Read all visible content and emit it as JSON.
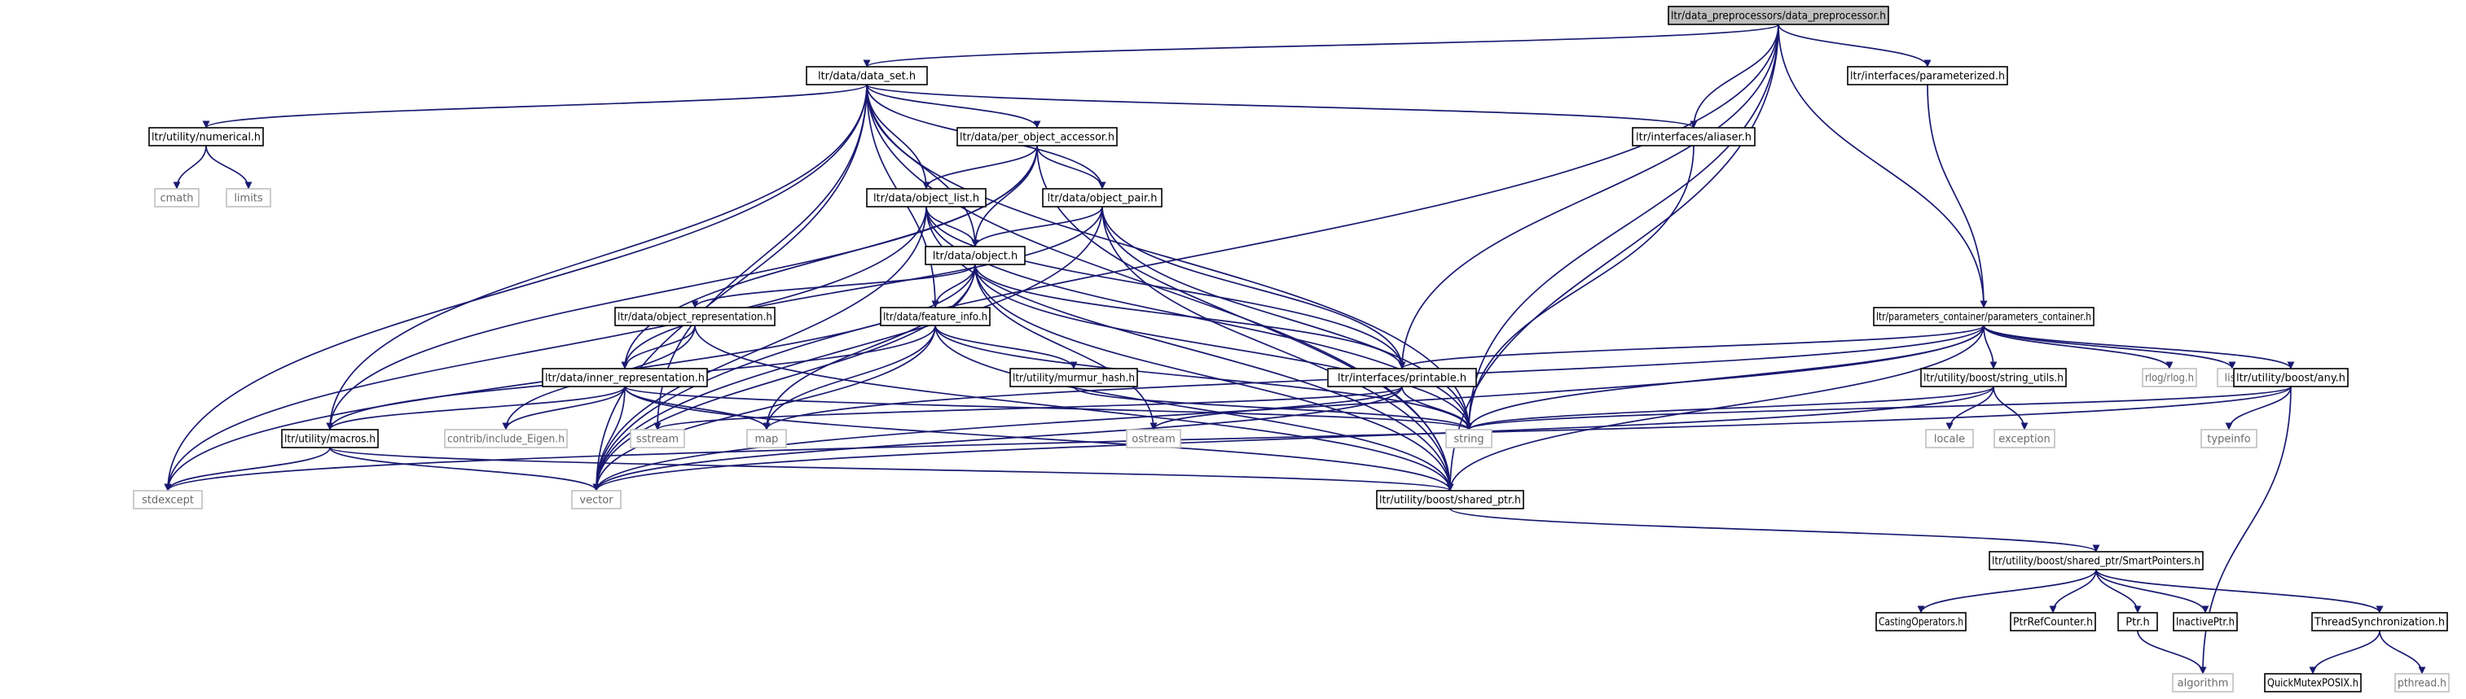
{
  "diagram": {
    "edge_color": "#191970",
    "root_fill": "#bfbfbf",
    "nodes": [
      {
        "id": "root",
        "label": "ltr/data_preprocessors/data_preprocessor.h",
        "kind": "root"
      },
      {
        "id": "data_set",
        "label": "ltr/data/data_set.h",
        "kind": "local"
      },
      {
        "id": "parameterized",
        "label": "ltr/interfaces/parameterized.h",
        "kind": "local"
      },
      {
        "id": "numerical",
        "label": "ltr/utility/numerical.h",
        "kind": "local"
      },
      {
        "id": "per_object_accessor",
        "label": "ltr/data/per_object_accessor.h",
        "kind": "local"
      },
      {
        "id": "aliaser",
        "label": "ltr/interfaces/aliaser.h",
        "kind": "local"
      },
      {
        "id": "cmath",
        "label": "cmath",
        "kind": "ext"
      },
      {
        "id": "limits",
        "label": "limits",
        "kind": "ext"
      },
      {
        "id": "object_list",
        "label": "ltr/data/object_list.h",
        "kind": "local"
      },
      {
        "id": "object_pair",
        "label": "ltr/data/object_pair.h",
        "kind": "local"
      },
      {
        "id": "object",
        "label": "ltr/data/object.h",
        "kind": "local"
      },
      {
        "id": "object_representation",
        "label": "ltr/data/object_representation.h",
        "kind": "local"
      },
      {
        "id": "feature_info",
        "label": "ltr/data/feature_info.h",
        "kind": "local"
      },
      {
        "id": "parameters_container",
        "label": "ltr/parameters_container/parameters_container.h",
        "kind": "local"
      },
      {
        "id": "inner_representation",
        "label": "ltr/data/inner_representation.h",
        "kind": "local"
      },
      {
        "id": "murmur_hash",
        "label": "ltr/utility/murmur_hash.h",
        "kind": "local"
      },
      {
        "id": "printable",
        "label": "ltr/interfaces/printable.h",
        "kind": "local"
      },
      {
        "id": "string_utils",
        "label": "ltr/utility/boost/string_utils.h",
        "kind": "local"
      },
      {
        "id": "rlog",
        "label": "rlog/rlog.h",
        "kind": "ext"
      },
      {
        "id": "list",
        "label": "list",
        "kind": "ext"
      },
      {
        "id": "any",
        "label": "ltr/utility/boost/any.h",
        "kind": "local"
      },
      {
        "id": "macros",
        "label": "ltr/utility/macros.h",
        "kind": "local"
      },
      {
        "id": "eigen",
        "label": "contrib/include_Eigen.h",
        "kind": "ext"
      },
      {
        "id": "sstream",
        "label": "sstream",
        "kind": "ext"
      },
      {
        "id": "map",
        "label": "map",
        "kind": "ext"
      },
      {
        "id": "ostream",
        "label": "ostream",
        "kind": "ext"
      },
      {
        "id": "string",
        "label": "string",
        "kind": "ext"
      },
      {
        "id": "locale",
        "label": "locale",
        "kind": "ext"
      },
      {
        "id": "exception",
        "label": "exception",
        "kind": "ext"
      },
      {
        "id": "typeinfo",
        "label": "typeinfo",
        "kind": "ext"
      },
      {
        "id": "stdexcept",
        "label": "stdexcept",
        "kind": "ext"
      },
      {
        "id": "vector",
        "label": "vector",
        "kind": "ext"
      },
      {
        "id": "shared_ptr",
        "label": "ltr/utility/boost/shared_ptr.h",
        "kind": "local"
      },
      {
        "id": "smart_pointers",
        "label": "ltr/utility/boost/shared_ptr/SmartPointers.h",
        "kind": "local"
      },
      {
        "id": "casting_operators",
        "label": "CastingOperators.h",
        "kind": "local"
      },
      {
        "id": "ptr_ref_counter",
        "label": "PtrRefCounter.h",
        "kind": "local"
      },
      {
        "id": "ptr",
        "label": "Ptr.h",
        "kind": "local"
      },
      {
        "id": "inactive_ptr",
        "label": "InactivePtr.h",
        "kind": "local"
      },
      {
        "id": "thread_sync",
        "label": "ThreadSynchronization.h",
        "kind": "local"
      },
      {
        "id": "quick_mutex",
        "label": "QuickMutexPOSIX.h",
        "kind": "local"
      },
      {
        "id": "pthread",
        "label": "pthread.h",
        "kind": "ext"
      },
      {
        "id": "algorithm",
        "label": "algorithm",
        "kind": "ext"
      }
    ],
    "edges": [
      [
        "root",
        "data_set"
      ],
      [
        "root",
        "parameterized"
      ],
      [
        "root",
        "aliaser"
      ],
      [
        "root",
        "parameters_container"
      ],
      [
        "root",
        "printable"
      ],
      [
        "root",
        "string"
      ],
      [
        "root",
        "vector"
      ],
      [
        "root",
        "shared_ptr"
      ],
      [
        "data_set",
        "numerical"
      ],
      [
        "data_set",
        "per_object_accessor"
      ],
      [
        "data_set",
        "aliaser"
      ],
      [
        "data_set",
        "object_list"
      ],
      [
        "data_set",
        "object_pair"
      ],
      [
        "data_set",
        "object"
      ],
      [
        "data_set",
        "feature_info"
      ],
      [
        "data_set",
        "macros"
      ],
      [
        "data_set",
        "sstream"
      ],
      [
        "data_set",
        "string"
      ],
      [
        "data_set",
        "stdexcept"
      ],
      [
        "data_set",
        "vector"
      ],
      [
        "data_set",
        "shared_ptr"
      ],
      [
        "parameterized",
        "parameters_container"
      ],
      [
        "numerical",
        "cmath"
      ],
      [
        "numerical",
        "limits"
      ],
      [
        "per_object_accessor",
        "object_list"
      ],
      [
        "per_object_accessor",
        "object_pair"
      ],
      [
        "per_object_accessor",
        "object"
      ],
      [
        "per_object_accessor",
        "inner_representation"
      ],
      [
        "per_object_accessor",
        "macros"
      ],
      [
        "per_object_accessor",
        "shared_ptr"
      ],
      [
        "aliaser",
        "string"
      ],
      [
        "object_list",
        "object"
      ],
      [
        "object_list",
        "printable"
      ],
      [
        "object_list",
        "string"
      ],
      [
        "object_list",
        "vector"
      ],
      [
        "object_list",
        "stdexcept"
      ],
      [
        "object_list",
        "shared_ptr"
      ],
      [
        "object_pair",
        "object"
      ],
      [
        "object_pair",
        "printable"
      ],
      [
        "object_pair",
        "string"
      ],
      [
        "object_pair",
        "vector"
      ],
      [
        "object_pair",
        "inner_representation"
      ],
      [
        "object_pair",
        "shared_ptr"
      ],
      [
        "object",
        "object_representation"
      ],
      [
        "object",
        "feature_info"
      ],
      [
        "object",
        "printable"
      ],
      [
        "object",
        "map"
      ],
      [
        "object",
        "ostream"
      ],
      [
        "object",
        "string"
      ],
      [
        "object",
        "stdexcept"
      ],
      [
        "object",
        "vector"
      ],
      [
        "object",
        "shared_ptr"
      ],
      [
        "object_representation",
        "inner_representation"
      ],
      [
        "object_representation",
        "eigen"
      ],
      [
        "object_representation",
        "shared_ptr"
      ],
      [
        "feature_info",
        "murmur_hash"
      ],
      [
        "feature_info",
        "macros"
      ],
      [
        "feature_info",
        "map"
      ],
      [
        "feature_info",
        "string"
      ],
      [
        "feature_info",
        "vector"
      ],
      [
        "feature_info",
        "shared_ptr"
      ],
      [
        "inner_representation",
        "macros"
      ],
      [
        "inner_representation",
        "eigen"
      ],
      [
        "inner_representation",
        "map"
      ],
      [
        "inner_representation",
        "vector"
      ],
      [
        "inner_representation",
        "string"
      ],
      [
        "inner_representation",
        "shared_ptr"
      ],
      [
        "murmur_hash",
        "string"
      ],
      [
        "printable",
        "string"
      ],
      [
        "printable",
        "sstream"
      ],
      [
        "printable",
        "ostream"
      ],
      [
        "printable",
        "vector"
      ],
      [
        "parameters_container",
        "printable"
      ],
      [
        "parameters_container",
        "string_utils"
      ],
      [
        "parameters_container",
        "rlog"
      ],
      [
        "parameters_container",
        "list"
      ],
      [
        "parameters_container",
        "any"
      ],
      [
        "parameters_container",
        "map"
      ],
      [
        "parameters_container",
        "string"
      ],
      [
        "parameters_container",
        "vector"
      ],
      [
        "parameters_container",
        "shared_ptr"
      ],
      [
        "string_utils",
        "string"
      ],
      [
        "string_utils",
        "locale"
      ],
      [
        "string_utils",
        "exception"
      ],
      [
        "string_utils",
        "vector"
      ],
      [
        "any",
        "typeinfo"
      ],
      [
        "any",
        "algorithm"
      ],
      [
        "any",
        "string"
      ],
      [
        "any",
        "stdexcept"
      ],
      [
        "macros",
        "stdexcept"
      ],
      [
        "macros",
        "vector"
      ],
      [
        "macros",
        "shared_ptr"
      ],
      [
        "shared_ptr",
        "smart_pointers"
      ],
      [
        "smart_pointers",
        "casting_operators"
      ],
      [
        "smart_pointers",
        "ptr_ref_counter"
      ],
      [
        "smart_pointers",
        "ptr"
      ],
      [
        "smart_pointers",
        "inactive_ptr"
      ],
      [
        "smart_pointers",
        "thread_sync"
      ],
      [
        "ptr",
        "algorithm"
      ],
      [
        "thread_sync",
        "quick_mutex"
      ],
      [
        "thread_sync",
        "pthread"
      ]
    ]
  }
}
